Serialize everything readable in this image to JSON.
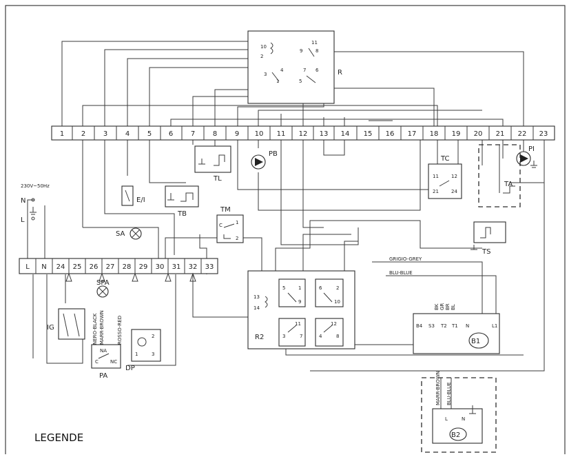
{
  "legend": "LEGENDE",
  "terminal_block_top": [
    "1",
    "2",
    "3",
    "4",
    "5",
    "6",
    "7",
    "8",
    "9",
    "10",
    "11",
    "12",
    "13",
    "14",
    "15",
    "16",
    "17",
    "18",
    "19",
    "20",
    "21",
    "22",
    "23"
  ],
  "terminal_block_bottom": [
    "L",
    "N",
    "24",
    "25",
    "26",
    "27",
    "28",
    "29",
    "30",
    "31",
    "32",
    "33"
  ],
  "supply": {
    "voltage": "230V~50Hz",
    "n": "N",
    "l": "L"
  },
  "components": {
    "r": "R",
    "r2": "R2",
    "tl": "TL",
    "pb": "PB",
    "tc": "TC",
    "pi": "PI",
    "ta": "TA",
    "tb": "TB",
    "ei": "E/I",
    "tm": "TM",
    "sa": "SA",
    "spa": "SPA",
    "ts": "TS",
    "ig": "IG",
    "pa": "PA",
    "dp": "DP",
    "b1": "B1",
    "b2": "B2"
  },
  "wire_labels": {
    "grey": "GRIGIO-GREY",
    "blue": "BLU-BLUE",
    "black": "NERO-BLACK",
    "brown": "MARR-BROWN",
    "red": "ROSSO-RED",
    "b2_brown": "MARR-BROWN",
    "b2_blue": "BLU-BLUE"
  },
  "pins": {
    "r": [
      "10",
      "2",
      "11",
      "9",
      "8",
      "3",
      "4",
      "1",
      "7",
      "6",
      "5"
    ],
    "r2": [
      "13",
      "14",
      "5",
      "1",
      "6",
      "2",
      "9",
      "10",
      "3",
      "11",
      "7",
      "4",
      "12",
      "8"
    ],
    "tc": [
      "11",
      "12",
      "21",
      "24"
    ],
    "tm": [
      "C",
      "1",
      "2"
    ],
    "pa": [
      "NA",
      "C",
      "NC"
    ],
    "dp": [
      "2",
      "1",
      "3"
    ],
    "b1_terminals": [
      "B4",
      "S3",
      "T2",
      "T1",
      "N",
      "L1"
    ],
    "b1_wires": [
      "BK",
      "GR",
      "BR",
      "BL"
    ],
    "b2_terminals": [
      "L",
      "N"
    ]
  }
}
